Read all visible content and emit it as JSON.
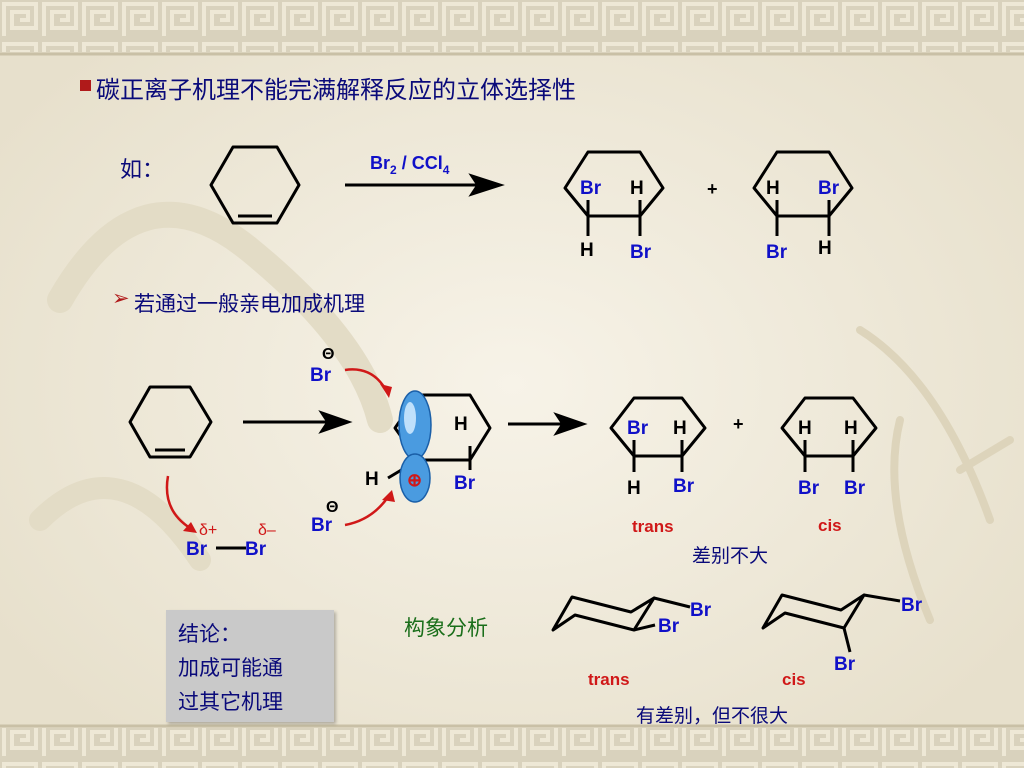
{
  "title": "碳正离子机理不能完满解释反应的立体选择性",
  "example_label": "如：",
  "reagent": {
    "main": "Br",
    "sub1": "2",
    "sep": " / CCl",
    "sub2": "4"
  },
  "plus": "+",
  "atoms": {
    "br": "Br",
    "h": "H"
  },
  "subtitle": "若通过一般亲电加成机理",
  "charges": {
    "neg": "Θ",
    "pos": "⊕",
    "delta_plus": "δ+",
    "delta_minus": "δ–"
  },
  "labels": {
    "trans": "trans",
    "cis": "cis"
  },
  "note_difference": "差别不大",
  "conformation_label": "构象分析",
  "note_conformation": "有差别，但不很大",
  "conclusion": {
    "line1": "结论：",
    "line2": "加成可能通",
    "line3": "过其它机理"
  },
  "colors": {
    "title": "#0a0a7a",
    "atom": "#1010c8",
    "accent": "#c81010",
    "green": "#1a6e1a",
    "orbital": "#3a8fd8"
  }
}
